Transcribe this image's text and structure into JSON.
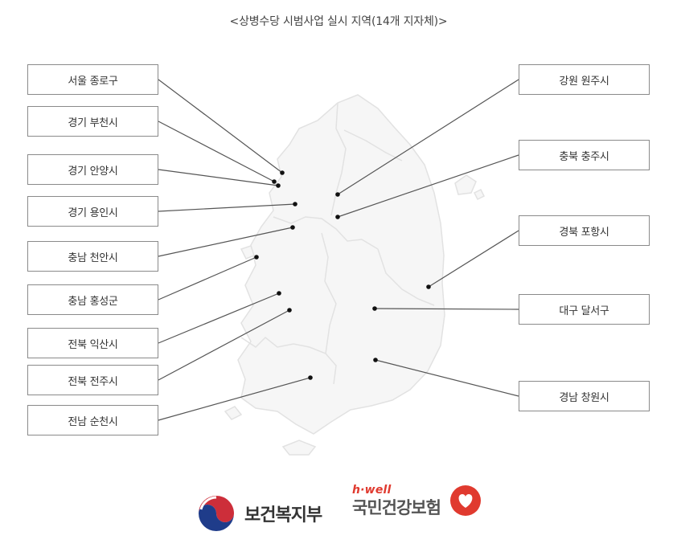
{
  "title": "<상병수당 시범사업 실시 지역(14개 지자체)>",
  "regions_left": [
    {
      "label": "서울 종로구"
    },
    {
      "label": "경기 부천시"
    },
    {
      "label": "경기 안양시"
    },
    {
      "label": "경기 용인시"
    },
    {
      "label": "충남 천안시"
    },
    {
      "label": "충남 홍성군"
    },
    {
      "label": "전북 익산시"
    },
    {
      "label": "전북 전주시"
    },
    {
      "label": "전남 순천시"
    }
  ],
  "regions_right": [
    {
      "label": "강원 원주시"
    },
    {
      "label": "충북 충주시"
    },
    {
      "label": "경북 포항시"
    },
    {
      "label": "대구 달서구"
    },
    {
      "label": "경남 창원시"
    }
  ],
  "logos": {
    "mohw_name": "보건복지부",
    "nhis_tagline": "h·well",
    "nhis_name": "국민건강보험",
    "mohw_icon": "taegeuk-icon",
    "nhis_icon": "heart-icon"
  },
  "colors": {
    "map_fill": "#f6f6f6",
    "map_stroke": "#e2e2e2",
    "line": "#555555",
    "dot": "#111111",
    "box_border": "#8a8a8a",
    "nhis_red": "#e03a2f",
    "mohw_blue": "#1f3c8a",
    "mohw_red": "#cd2e3a"
  }
}
